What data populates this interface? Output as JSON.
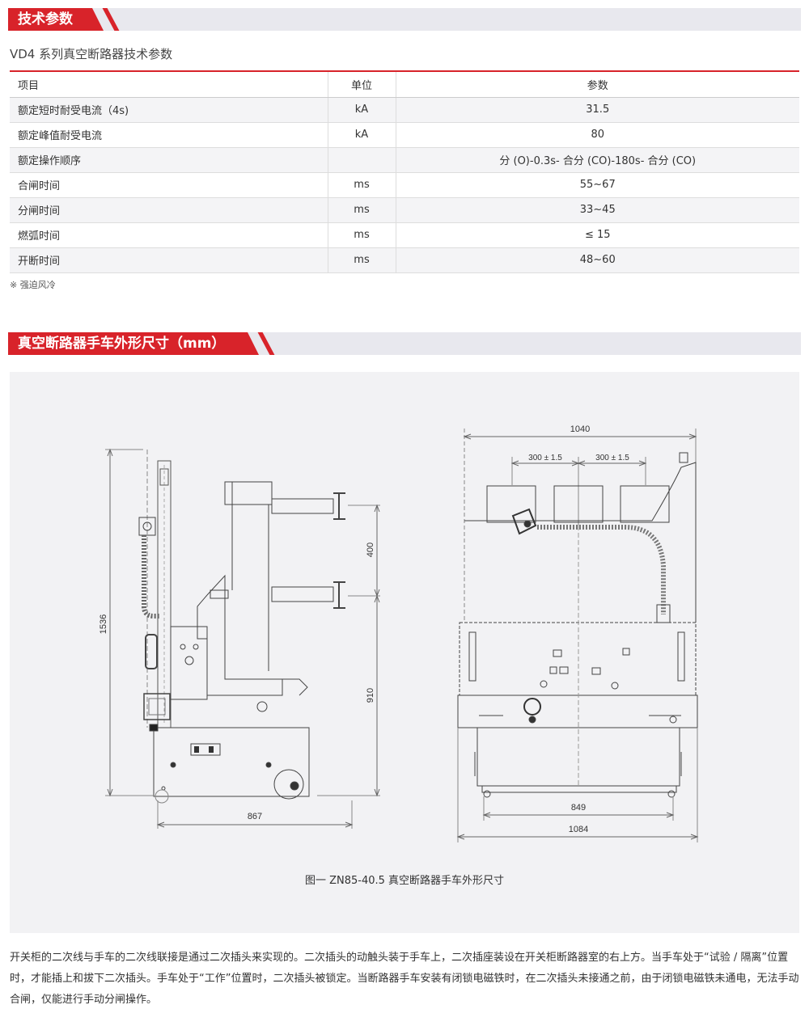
{
  "section1": {
    "title": "技术参数"
  },
  "table": {
    "title": "VD4 系列真空断路器技术参数",
    "headers": [
      "项目",
      "单位",
      "参数"
    ],
    "rows": [
      [
        "额定短时耐受电流（4s)",
        "kA",
        "31.5"
      ],
      [
        "额定峰值耐受电流",
        "kA",
        "80"
      ],
      [
        "额定操作顺序",
        "",
        "分 (O)-0.3s- 合分 (CO)-180s- 合分 (CO)"
      ],
      [
        "合闸时间",
        "ms",
        "55~67"
      ],
      [
        "分闸时间",
        "ms",
        "33~45"
      ],
      [
        "燃弧时间",
        "ms",
        "≤ 15"
      ],
      [
        "开断时间",
        "ms",
        "48~60"
      ]
    ],
    "note": "※ 强迫风冷"
  },
  "section2": {
    "title": "真空断路器手车外形尺寸（mm）"
  },
  "drawing": {
    "dimensions": {
      "height_total": "1536",
      "upper": "400",
      "lower": "910",
      "depth": "867",
      "width_top": "1040",
      "pitch_left": "300 ± 1.5",
      "pitch_right": "300 ± 1.5",
      "wheel_span": "849",
      "width_bottom": "1084"
    },
    "caption": "图一  ZN85-40.5 真空断路器手车外形尺寸"
  },
  "description": "开关柜的二次线与手车的二次线联接是通过二次插头来实现的。二次插头的动触头装于手车上，二次插座装设在开关柜断路器室的右上方。当手车处于“试验 / 隔离”位置时，才能插上和拔下二次插头。手车处于“工作”位置时，二次插头被锁定。当断路器手车安装有闭锁电磁铁时，在二次插头未接通之前，由于闭锁电磁铁未通电，无法手动合闸，仅能进行手动分闸操作。"
}
